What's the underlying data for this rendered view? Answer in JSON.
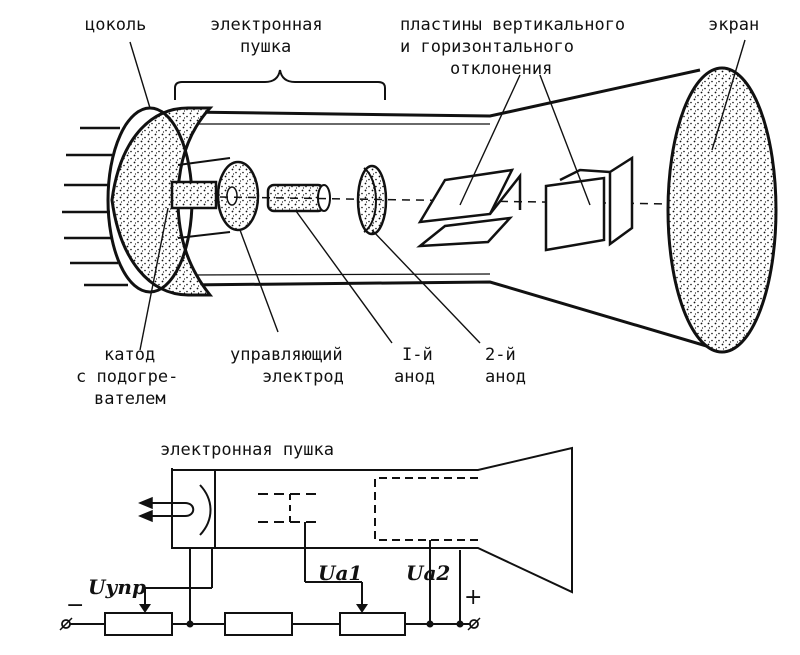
{
  "labels": {
    "base": "цоколь",
    "gun_line1": "электронная",
    "gun_line2": "пушка",
    "plates_line1": "пластины вертикального",
    "plates_line2": "и горизонтального",
    "plates_line3": "отклонения",
    "screen": "экран",
    "cathode_line1": "катод",
    "cathode_line2": "с подогре-",
    "cathode_line3": "вателем",
    "grid_line1": "управляющий",
    "grid_line2": "электрод",
    "anode1_line1": "I-й",
    "anode1_line2": "анод",
    "anode2_line1": "2-й",
    "anode2_line2": "анод"
  },
  "schematic": {
    "title": "электронная пушка",
    "u_control": "Uупр",
    "u_a1": "Ua1",
    "u_a2": "Ua2",
    "minus": "−",
    "plus": "+"
  }
}
